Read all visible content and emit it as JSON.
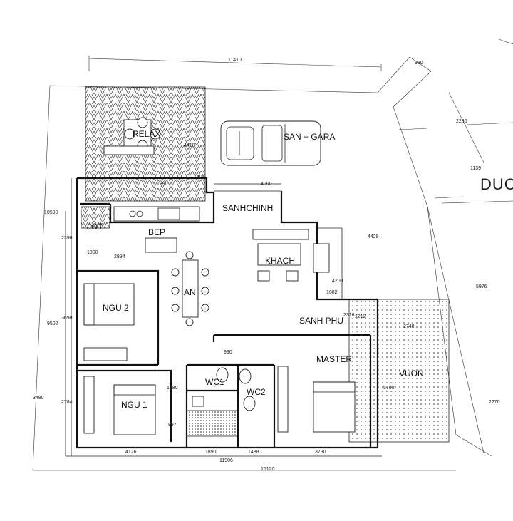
{
  "rooms": {
    "relax": "RELAX",
    "san_gara": "SAN + GARA",
    "sanh_chinh": "SANHCHINH",
    "bep": "BEP",
    "jot": "JOT",
    "khach": "KHACH",
    "ngu2": "NGU 2",
    "an": "AN",
    "sanh_phu": "SANH PHU",
    "master": "MASTER",
    "wc1": "WC1",
    "wc2": "WC2",
    "ngu1": "NGU 1",
    "vuon": "VUON"
  },
  "road_label": "DUC",
  "dimensions": {
    "top_overall": "11410",
    "diag_980": "980",
    "diag_2280": "2280",
    "diag_1139": "1139",
    "right_5976": "5976",
    "right_2270": "2270",
    "relax_4418": "4418",
    "relax_1890": "1890",
    "relax_1400": "1400",
    "sanh_4000": "4000",
    "right_4429": "4429",
    "right_4200": "4200",
    "right_1082": "1082",
    "sanhphu_2316": "2316",
    "sanhphu_1212": "1212",
    "garden_2740": "2740",
    "left_10590": "10590",
    "left_2390": "2390",
    "left_1800": "1800",
    "left_2894": "2894",
    "left_9502": "9502",
    "left_3690": "3690",
    "left_3480": "3480",
    "left_2784": "2784",
    "mid_990": "990",
    "mid_1680": "1680",
    "mid_997": "997",
    "master_5760": "5760",
    "bottom_4126": "4126",
    "bottom_1890": "1890",
    "bottom_1488": "1488",
    "bottom_3790": "3790",
    "bottom_11906": "11906",
    "bottom_15120": "15120"
  }
}
